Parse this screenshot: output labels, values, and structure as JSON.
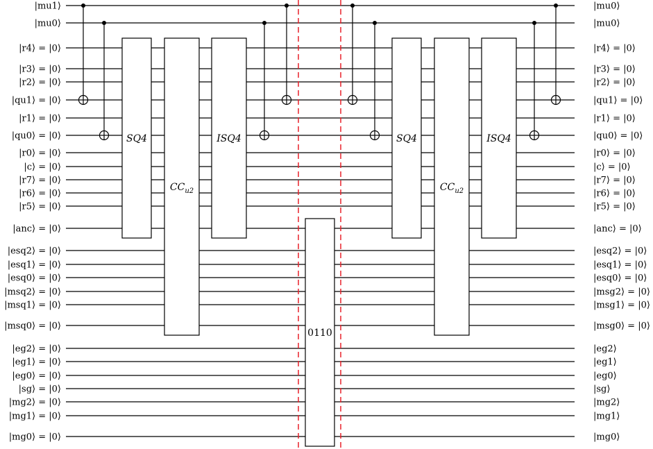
{
  "diagram": {
    "qubits": [
      {
        "id": "mu1",
        "left": "|mu1⟩",
        "right": "|mu0⟩"
      },
      {
        "id": "mu0",
        "left": "|mu0⟩",
        "right": "|mu0⟩"
      },
      {
        "id": "r4",
        "left": "|r4⟩ = |0⟩",
        "right": "|r4⟩ = |0⟩"
      },
      {
        "id": "r3",
        "left": "|r3⟩ = |0⟩",
        "right": "|r3⟩ = |0⟩"
      },
      {
        "id": "r2",
        "left": "|r2⟩ = |0⟩",
        "right": "|r2⟩ = |0⟩"
      },
      {
        "id": "qu1",
        "left": "|qu1⟩ = |0⟩",
        "right": "|qu1⟩ = |0⟩"
      },
      {
        "id": "r1",
        "left": "|r1⟩ = |0⟩",
        "right": "|r1⟩ = |0⟩"
      },
      {
        "id": "qu0",
        "left": "|qu0⟩ = |0⟩",
        "right": "|qu0⟩ = |0⟩"
      },
      {
        "id": "r0",
        "left": "|r0⟩ = |0⟩",
        "right": "|r0⟩ = |0⟩"
      },
      {
        "id": "c",
        "left": "|c⟩ = |0⟩",
        "right": "|c⟩ = |0⟩"
      },
      {
        "id": "r7",
        "left": "|r7⟩ = |0⟩",
        "right": "|r7⟩ = |0⟩"
      },
      {
        "id": "r6",
        "left": "|r6⟩ = |0⟩",
        "right": "|r6⟩ = |0⟩"
      },
      {
        "id": "r5",
        "left": "|r5⟩ = |0⟩",
        "right": "|r5⟩ = |0⟩"
      },
      {
        "id": "anc",
        "left": "|anc⟩ = |0⟩",
        "right": "|anc⟩ = |0⟩"
      },
      {
        "id": "esq2",
        "left": "|esq2⟩ = |0⟩",
        "right": "|esq2⟩ = |0⟩"
      },
      {
        "id": "esq1",
        "left": "|esq1⟩ = |0⟩",
        "right": "|esq1⟩ = |0⟩"
      },
      {
        "id": "esq0",
        "left": "|esq0⟩ = |0⟩",
        "right": "|esq0⟩ = |0⟩"
      },
      {
        "id": "msq2",
        "left": "|msq2⟩ = |0⟩",
        "right": "|msg2⟩ = |0⟩"
      },
      {
        "id": "msq1",
        "left": "|msq1⟩ = |0⟩",
        "right": "|msg1⟩ = |0⟩"
      },
      {
        "id": "msq0",
        "left": "|msq0⟩ = |0⟩",
        "right": "|msg0⟩ = |0⟩"
      },
      {
        "id": "eg2",
        "left": "|eg2⟩ = |0⟩",
        "right": "|eg2⟩"
      },
      {
        "id": "eg1",
        "left": "|eg1⟩ = |0⟩",
        "right": "|eg1⟩"
      },
      {
        "id": "eg0",
        "left": "|eg0⟩ = |0⟩",
        "right": "|eg0⟩"
      },
      {
        "id": "sg",
        "left": "|sg⟩ = |0⟩",
        "right": "|sg⟩"
      },
      {
        "id": "mg2",
        "left": "|mg2⟩ = |0⟩",
        "right": "|mg2⟩"
      },
      {
        "id": "mg1",
        "left": "|mg1⟩ = |0⟩",
        "right": "|mg1⟩"
      },
      {
        "id": "mg0",
        "left": "|mg0⟩ = |0⟩",
        "right": "|mg0⟩"
      }
    ],
    "gates": [
      {
        "type": "cnot",
        "control": "mu1",
        "target": "qu1"
      },
      {
        "type": "cnot",
        "control": "mu0",
        "target": "qu0"
      },
      {
        "type": "box",
        "label": "SQ4",
        "label_sub": "",
        "from": "r4",
        "to": "anc"
      },
      {
        "type": "box",
        "label": "CC",
        "label_sub": "u2",
        "from": "r4",
        "to": "msq0"
      },
      {
        "type": "box",
        "label": "ISQ4",
        "label_sub": "",
        "from": "r4",
        "to": "anc"
      },
      {
        "type": "cnot",
        "control": "mu0",
        "target": "qu0"
      },
      {
        "type": "cnot",
        "control": "mu1",
        "target": "qu1"
      },
      {
        "type": "barrier"
      },
      {
        "type": "box",
        "label": "0110",
        "label_sub": "",
        "from": "anc",
        "to": "mg0"
      },
      {
        "type": "barrier"
      },
      {
        "type": "cnot",
        "control": "mu1",
        "target": "qu1"
      },
      {
        "type": "cnot",
        "control": "mu0",
        "target": "qu0"
      },
      {
        "type": "box",
        "label": "SQ4",
        "label_sub": "",
        "from": "r4",
        "to": "anc"
      },
      {
        "type": "box",
        "label": "CC",
        "label_sub": "u2",
        "from": "r4",
        "to": "msq0"
      },
      {
        "type": "box",
        "label": "ISQ4",
        "label_sub": "",
        "from": "r4",
        "to": "anc"
      },
      {
        "type": "cnot",
        "control": "mu0",
        "target": "qu0"
      },
      {
        "type": "cnot",
        "control": "mu1",
        "target": "qu1"
      }
    ],
    "colors": {
      "wire": "#000000",
      "barrier": "#e8202a"
    }
  }
}
